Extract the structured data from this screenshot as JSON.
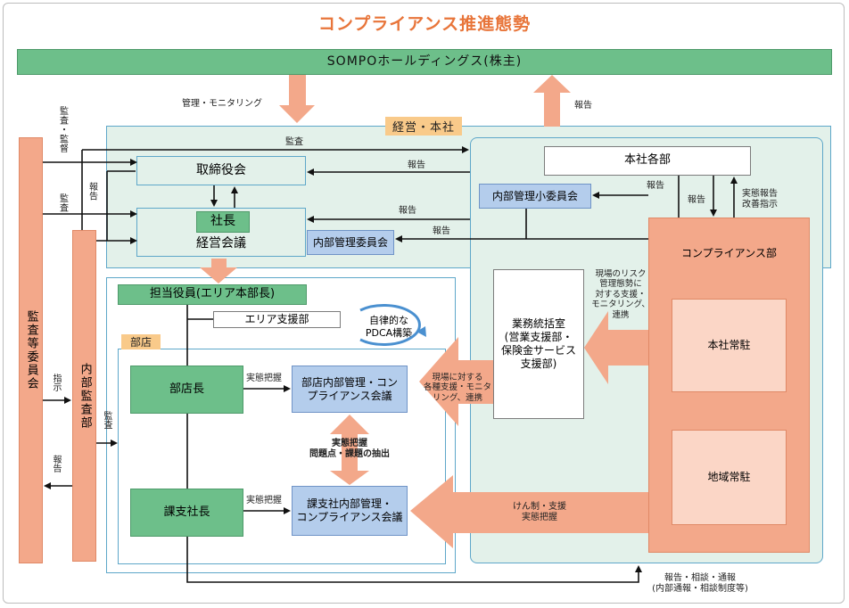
{
  "title": "コンプライアンス推進態勢",
  "top_bar": "SOMPOホールディングス(株主)",
  "labels": {
    "kanri_monitoring": "管理・モニタリング",
    "houkoku_top": "報告",
    "kansa_kantoku": "監査・監督",
    "kansa_a": "監査",
    "kansa_b": "監査",
    "houkoku_vertical": "報告",
    "kansa_to_honsha": "監査",
    "houkoku_torishimari": "報告",
    "houkoku_shacho": "報告",
    "houkoku_naibu": "報告",
    "houkoku_komittee": "報告",
    "houkoku_down": "報告",
    "jittai_houkoku": "実態報告\n改善指示",
    "shiji": "指示",
    "houkoku_left": "報告",
    "kansa_shiten": "監査",
    "jittai_haaku_1": "実態把握",
    "jittai_haaku_2": "実態把握",
    "jittai_mondai": "実態把握\n問題点・課題の抽出",
    "genba_risk": "現場のリスク\n管理態勢に\n対する支援・\nモニタリング、\n連携",
    "genba_shien": "現場に対する\n各種支援・モニタ\nリング、連携",
    "kenseisei": "けん制・支援\n実態把握",
    "houkoku_soudan": "報告・相談・通報\n(内部通報・相談制度等)"
  },
  "tabs": {
    "keiei_honsha": "経営・本社",
    "buten": "部店"
  },
  "boxes": {
    "torishimariyakukai": "取締役会",
    "shacho": "社長",
    "keiei_kaigi": "経営会議",
    "naibu_kanri_iinkai": "内部管理委員会",
    "naibu_kanri_shoiinkai": "内部管理小委員会",
    "honsha_kakubu": "本社各部",
    "compliance_bu": "コンプライアンス部",
    "honsha_joutyu": "本社常駐",
    "chiiki_joutyu": "地域常駐",
    "gyoumu_toukatsu": "業務統括室\n(営業支援部・\n保険金サービス\n支援部)",
    "tantou_yakuin": "担当役員(エリア本部長)",
    "area_shienbu": "エリア支援部",
    "pdca": "自律的な\nPDCA構築",
    "butencho": "部店長",
    "buten_kaigi": "部店内部管理・コン\nプライアンス会議",
    "kashishacho": "課支社長",
    "kashisha_kaigi": "課支社内部管理・\nコンプライアンス会議",
    "kansa_iinkai": "監査等委員会",
    "naibu_kansabu": "内部監査部"
  },
  "colors": {
    "title": "#e8753a",
    "green_box": "#6dbf8a",
    "green_region": "#e3f1ea",
    "salmon": "#f3a88a",
    "blue_box": "#b4cdec",
    "tab": "#f9ca8a",
    "region_border": "#5ea7c9"
  }
}
